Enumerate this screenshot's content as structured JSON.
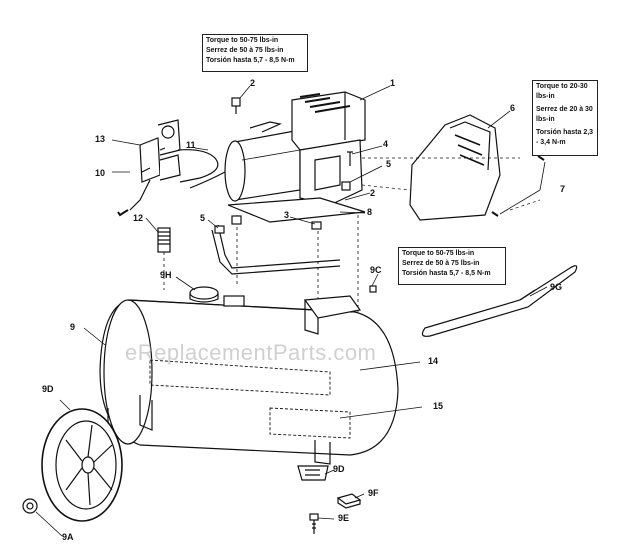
{
  "notes": {
    "top": [
      "Torque to 50-75 lbs-in",
      "Serrez de 50 à 75 lbs-in",
      "Torsión hasta 5,7 - 8,5 N-m"
    ],
    "right": [
      "Torque to 20-30 lbs-in",
      "Serrez de 20 à 30 lbs-in",
      "Torsión hasta 2,3 - 3,4 N-m"
    ],
    "middle": [
      "Torque to 50-75 lbs-in",
      "Serrez de 50 à 75 lbs-in",
      "Torsión hasta 5,7 - 8,5 N-m"
    ]
  },
  "callouts": {
    "c1": "1",
    "c2a": "2",
    "c2b": "2",
    "c3": "3",
    "c4": "4",
    "c5a": "5",
    "c5b": "5",
    "c6": "6",
    "c7": "7",
    "c8": "8",
    "c9": "9",
    "c9a": "9A",
    "c9c": "9C",
    "c9d_wheel": "9D",
    "c9d_foot": "9D",
    "c9e": "9E",
    "c9f": "9F",
    "c9g": "9G",
    "c9h": "9H",
    "c10": "10",
    "c11": "11",
    "c12": "12",
    "c13": "13",
    "c14": "14",
    "c15": "15"
  },
  "watermark": "eReplacementParts.com"
}
